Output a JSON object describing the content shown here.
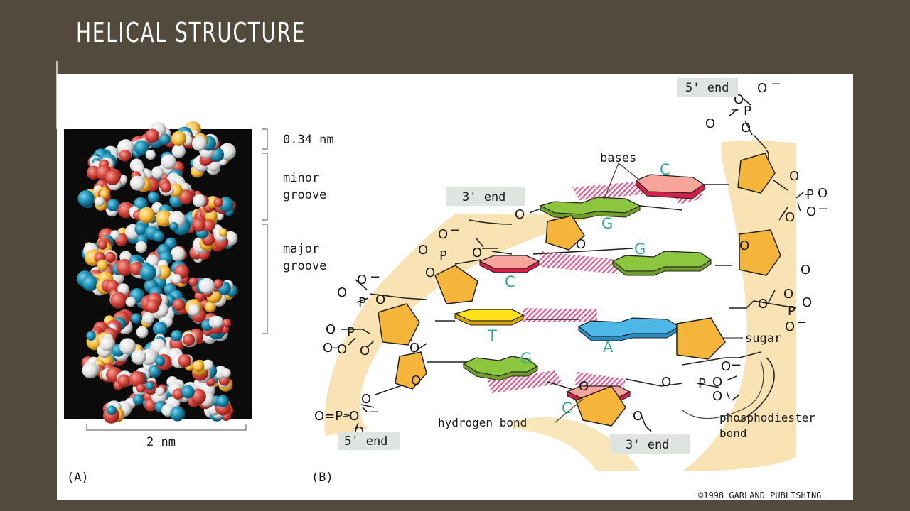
{
  "slide": {
    "title": "HELICAL STRUCTURE"
  },
  "panel_a": {
    "label": "(A)",
    "scale_rise": "0.34 nm",
    "minor_groove": [
      "minor",
      "groove"
    ],
    "major_groove": [
      "major",
      "groove"
    ],
    "width": "2 nm"
  },
  "panel_b": {
    "label": "(B)",
    "end_5_top": "5' end",
    "end_3_left": "3' end",
    "end_5_bottom": "5' end",
    "end_3_bottom": "3' end",
    "bases_label": "bases",
    "sugar_label": "sugar",
    "hydrogen_bond_label": "hydrogen bond",
    "phosphodiester_label": [
      "phosphodiester",
      "bond"
    ],
    "base_letters": {
      "c_top": "C",
      "g_upper": "G",
      "g_right": "G",
      "c_left": "C",
      "t": "T",
      "a": "A",
      "g_lower": "G",
      "c_bottom": "C"
    }
  },
  "colors": {
    "background": "#534a3e",
    "backbone": "#f9e3b4",
    "sugar": "#f5b43a",
    "cytosine": "#f7a59a",
    "guanine": "#8cc63f",
    "thymine": "#ffe11a",
    "adenine": "#4db8e8",
    "hbond": "#e8558a",
    "label": "#2fae8c"
  },
  "copyright": "©1998 GARLAND PUBLISHING"
}
